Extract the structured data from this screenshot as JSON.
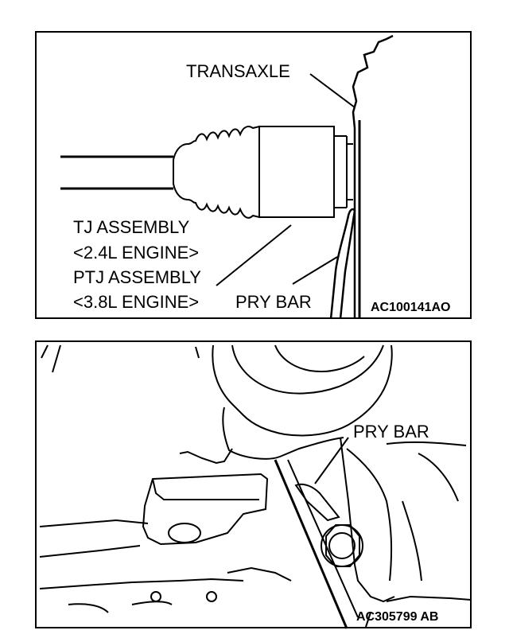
{
  "figure_top": {
    "labels": {
      "transaxle": "TRANSAXLE",
      "tj_assembly": "TJ ASSEMBLY",
      "tj_engine": "<2.4L ENGINE>",
      "ptj_assembly": "PTJ ASSEMBLY",
      "ptj_engine": "<3.8L ENGINE>",
      "pry_bar": "PRY BAR"
    },
    "code": "AC100141AO"
  },
  "figure_bottom": {
    "labels": {
      "pry_bar": "PRY BAR"
    },
    "code": "AC305799 AB"
  }
}
